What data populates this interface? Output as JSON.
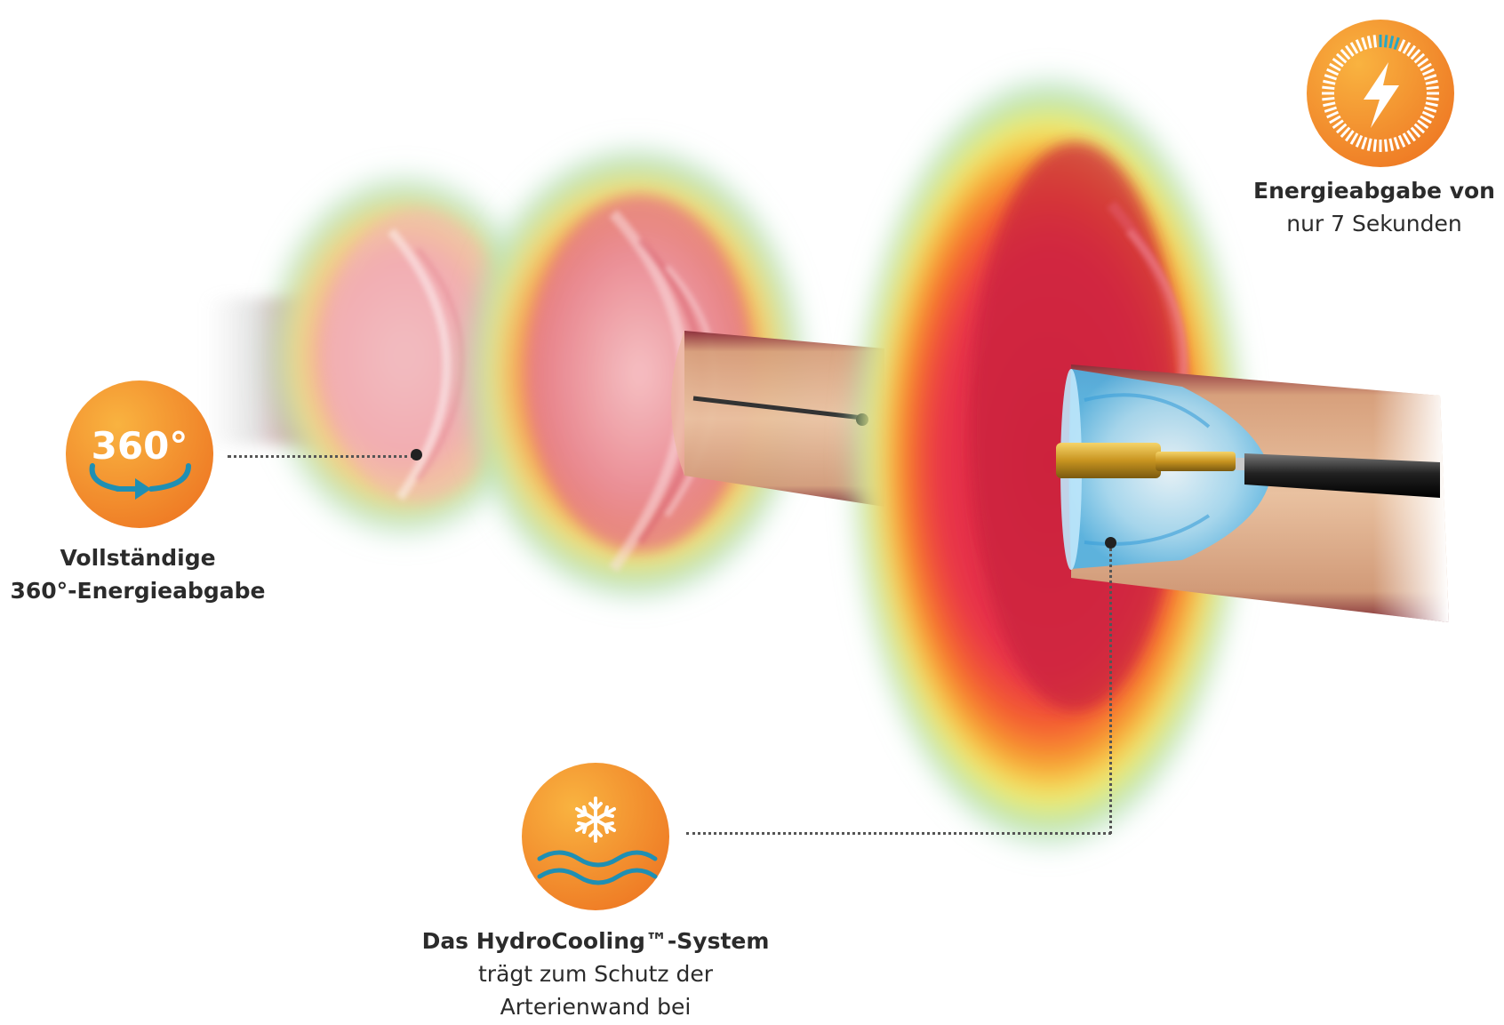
{
  "colors": {
    "badge_orange_light": "#f7a534",
    "badge_orange_dark": "#ea6a1c",
    "teal_accent": "#27a7c5",
    "heat_red": "#e8334a",
    "heat_orange": "#f5822a",
    "heat_yellow": "#f3ef6a",
    "heat_green": "#9fd6b6",
    "caption_text": "#2b2b2b"
  },
  "badges": {
    "rotation": {
      "icon": "rotation-arrow-icon",
      "text": "360°"
    },
    "timer": {
      "icon": "lightning-bolt-icon",
      "progress": 0.07
    },
    "cooling": {
      "icon": "snowflake-waves-icon"
    }
  },
  "labels": {
    "rotation": {
      "bold": "Vollständige",
      "bold2": "360°-Energieabgabe"
    },
    "timer": {
      "bold": "Energieabgabe von",
      "regular": "nur 7 Sekunden"
    },
    "cooling": {
      "bold": "Das HydroCooling™-System",
      "regular": "trägt zum Schutz der",
      "regular2": "Arterienwand bei"
    }
  }
}
